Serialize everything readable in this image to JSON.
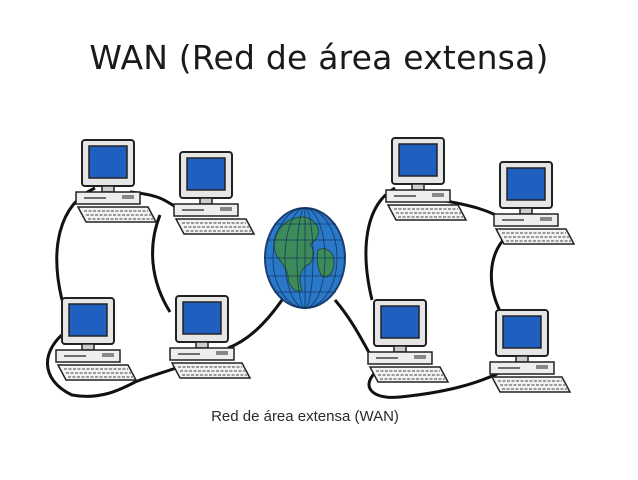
{
  "title": "WAN (Red de área extensa)",
  "caption": "Red de área extensa (WAN)",
  "colors": {
    "screen": "#1f5fbf",
    "monitor_body": "#e6e6e6",
    "outline": "#222222",
    "cable": "#111111",
    "globe_ocean": "#2a78c8",
    "globe_land": "#3d8a5a"
  },
  "icons": {
    "computer": "desktop-computer-icon",
    "globe": "globe-icon"
  },
  "networks": [
    {
      "name": "left-lan",
      "computers": 4
    },
    {
      "name": "right-lan",
      "computers": 4
    }
  ]
}
